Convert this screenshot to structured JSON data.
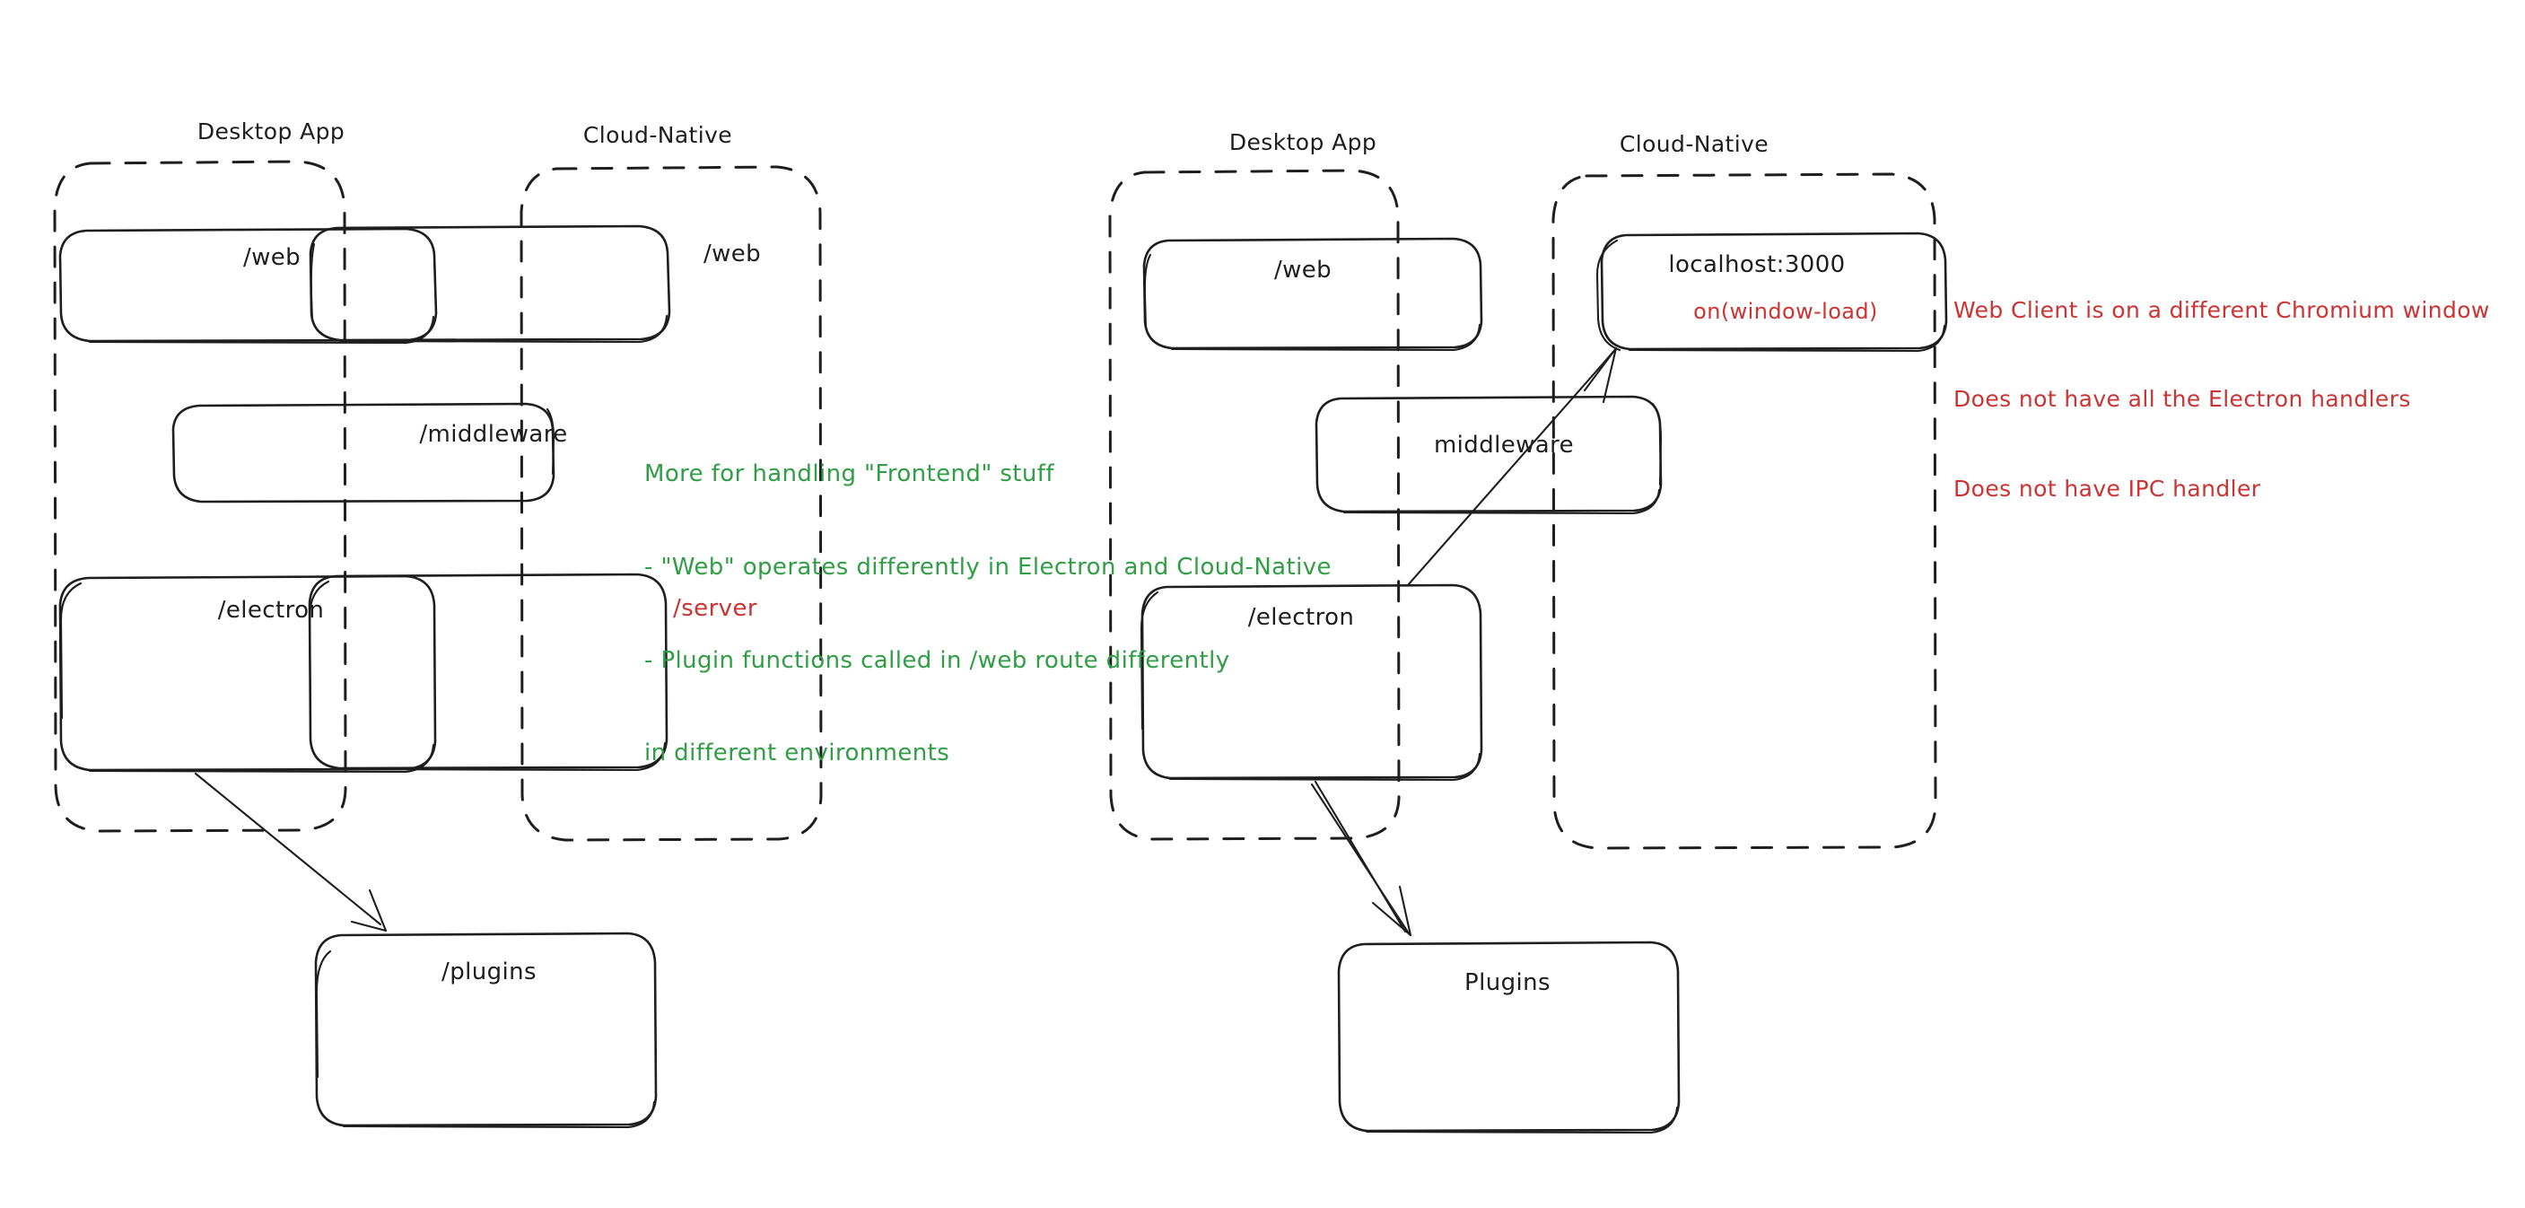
{
  "diagram": {
    "title_left": "Desktop App",
    "title_right": "Cloud-Native",
    "left_panel": {
      "groups": [
        {
          "label": "Desktop App"
        },
        {
          "label": "Cloud-Native"
        }
      ],
      "boxes": [
        {
          "label": "/web"
        },
        {
          "label": "/web"
        },
        {
          "label": "/middleware"
        },
        {
          "label": "/electron"
        },
        {
          "label": "/server"
        },
        {
          "label": "/plugins"
        }
      ],
      "note": {
        "lines": [
          "More for handling \"Frontend\" stuff",
          "- \"Web\" operates differently in Electron and Cloud-Native",
          "- Plugin functions called in /web route differently",
          "in different environments"
        ],
        "color": "#2f9e44"
      }
    },
    "right_panel": {
      "groups": [
        {
          "label": "Desktop App"
        },
        {
          "label": "Cloud-Native"
        }
      ],
      "boxes": [
        {
          "label": "/web"
        },
        {
          "label": "localhost:3000",
          "sublabel": "on(window-load)"
        },
        {
          "label": "middleware"
        },
        {
          "label": "/electron"
        },
        {
          "label": "Plugins"
        }
      ],
      "note": {
        "lines": [
          "Web Client is on a different Chromium window",
          "Does not have all the Electron handlers",
          "Does not have IPC handler"
        ],
        "color": "#cc3333"
      }
    },
    "colors": {
      "ink": "#1e1e1e",
      "green": "#2f9e44",
      "red": "#cc3333",
      "background": "#ffffff"
    }
  }
}
